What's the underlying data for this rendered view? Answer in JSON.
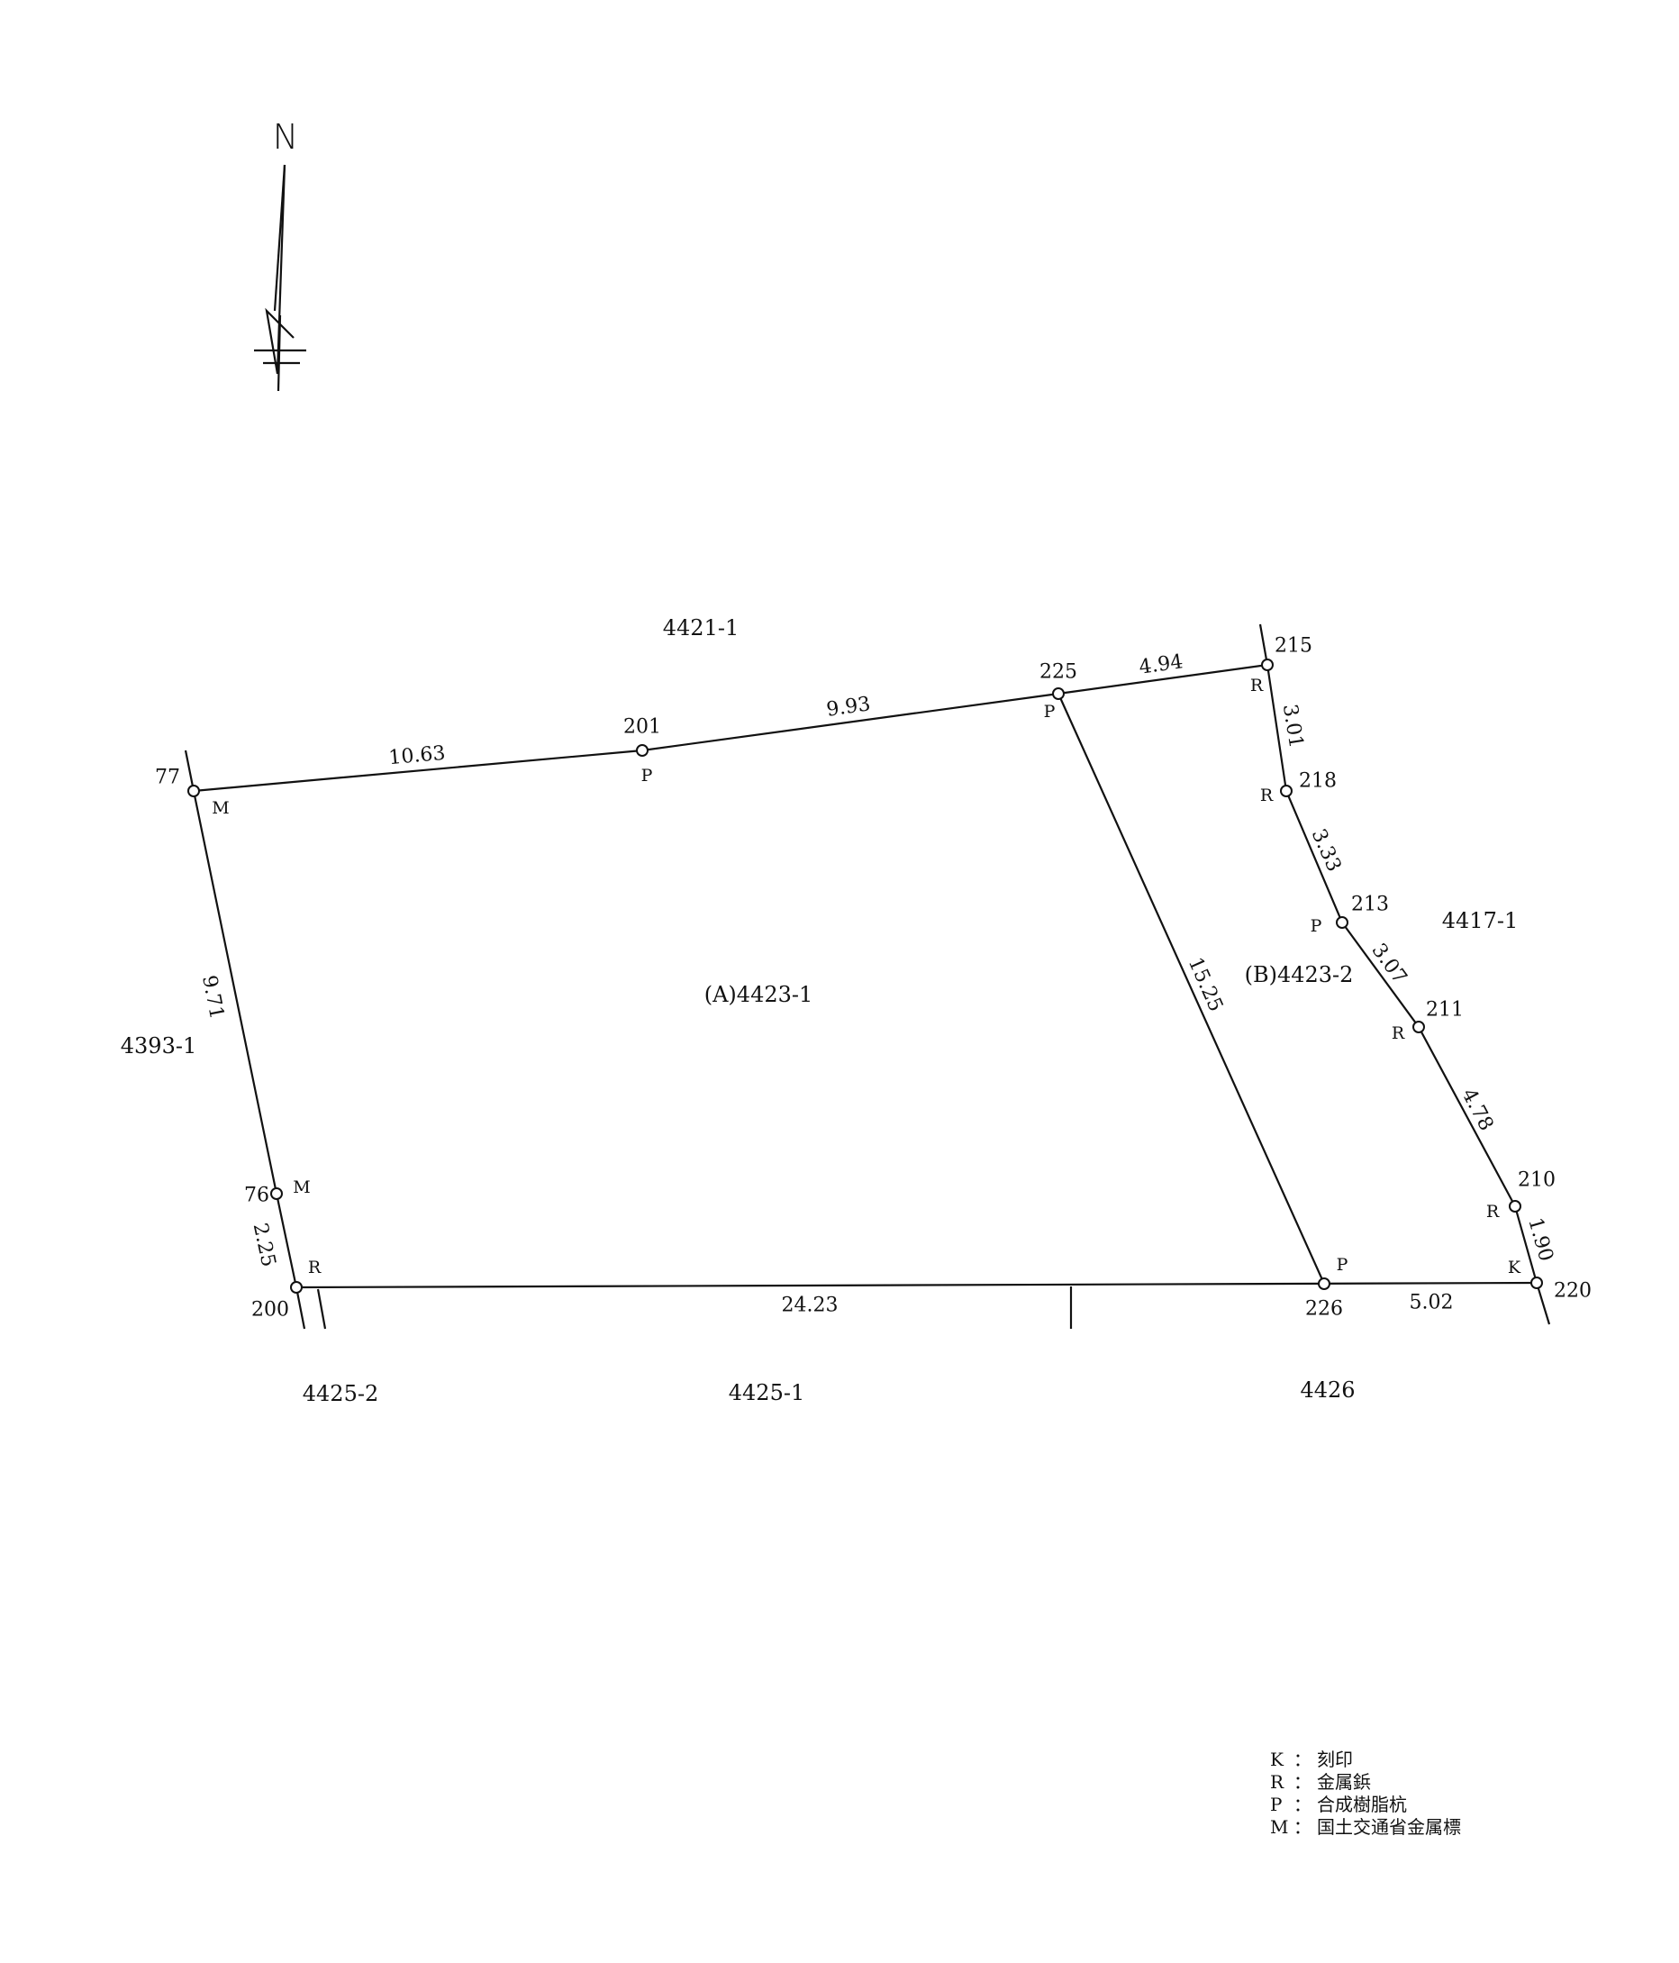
{
  "north_label": "N",
  "parcels": {
    "a": "(A)4423-1",
    "b": "(B)4423-2",
    "north": "4421-1",
    "west": "4393-1",
    "east": "4417-1",
    "south_left": "4425-2",
    "south_mid": "4425-1",
    "south_right": "4426"
  },
  "points": {
    "p77": {
      "id": "77",
      "mark": "M"
    },
    "p201": {
      "id": "201",
      "mark": "P"
    },
    "p225": {
      "id": "225",
      "mark": "P"
    },
    "p215": {
      "id": "215",
      "mark": "R"
    },
    "p218": {
      "id": "218",
      "mark": "R"
    },
    "p213": {
      "id": "213",
      "mark": "P"
    },
    "p211": {
      "id": "211",
      "mark": "R"
    },
    "p210": {
      "id": "210",
      "mark": "R"
    },
    "p220": {
      "id": "220",
      "mark": "K"
    },
    "p226": {
      "id": "226",
      "mark": "P"
    },
    "p200": {
      "id": "200",
      "mark": "R"
    },
    "p76": {
      "id": "76",
      "mark": "M"
    }
  },
  "distances": {
    "d77_201": "10.63",
    "d201_225": "9.93",
    "d225_215": "4.94",
    "d215_218": "3.01",
    "d218_213": "3.33",
    "d213_211": "3.07",
    "d211_210": "4.78",
    "d210_220": "1.90",
    "d226_220": "5.02",
    "d225_226": "15.25",
    "d200_226": "24.23",
    "d77_76": "9.71",
    "d76_200": "2.25"
  },
  "legend": [
    {
      "key": "K",
      "sep": "：",
      "desc": "刻印"
    },
    {
      "key": "R",
      "sep": "：",
      "desc": "金属鋲"
    },
    {
      "key": "P",
      "sep": "：",
      "desc": "合成樹脂杭"
    },
    {
      "key": "M",
      "sep": "：",
      "desc": "国土交通省金属標"
    }
  ]
}
